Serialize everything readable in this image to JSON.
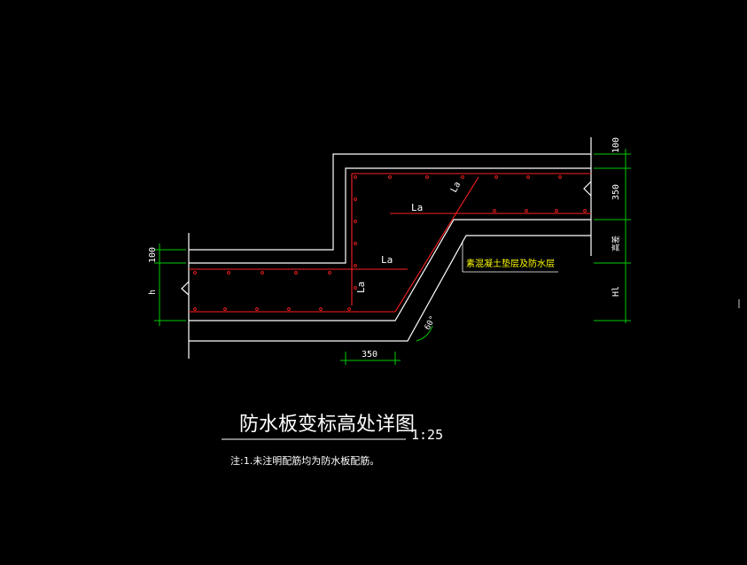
{
  "drawing": {
    "title": "防水板变标高处详图",
    "scale": "1:25",
    "note": "注:1.未注明配筋均为防水板配筋。",
    "callout_label": "素混凝土垫层及防水层",
    "colors": {
      "background": "#000000",
      "slab_outline": "#ffffff",
      "rebar": "#ff2020",
      "dimension": "#00cc00",
      "callout_text": "#ffff00",
      "text": "#ffffff"
    }
  },
  "dimensions": {
    "top_thickness": "100",
    "top_slab": "350",
    "level_diff": "高差",
    "hl": "Hl",
    "left_thickness": "100",
    "left_h": "h",
    "bottom_width": "350",
    "angle": "60°"
  },
  "rebar_labels": {
    "la_upper": "La",
    "la_middle": "La",
    "la_vertical": "La",
    "la_diagonal": "La"
  }
}
